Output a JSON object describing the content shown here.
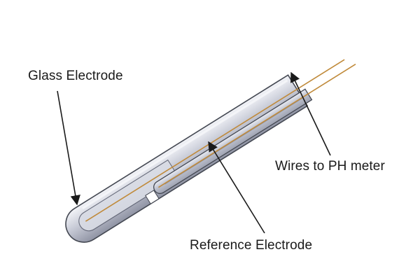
{
  "labels": {
    "glass_electrode": "Glass Electrode",
    "wires_to_meter": "Wires to PH meter",
    "reference_electrode": "Reference Electrode"
  },
  "colors": {
    "glass_body": "#c9ccd6",
    "glass_shadow": "#9da1b0",
    "glass_highlight": "#eef0f5",
    "outline": "#444852",
    "wire": "#c08a3a",
    "arrow": "#1a1a1a"
  }
}
